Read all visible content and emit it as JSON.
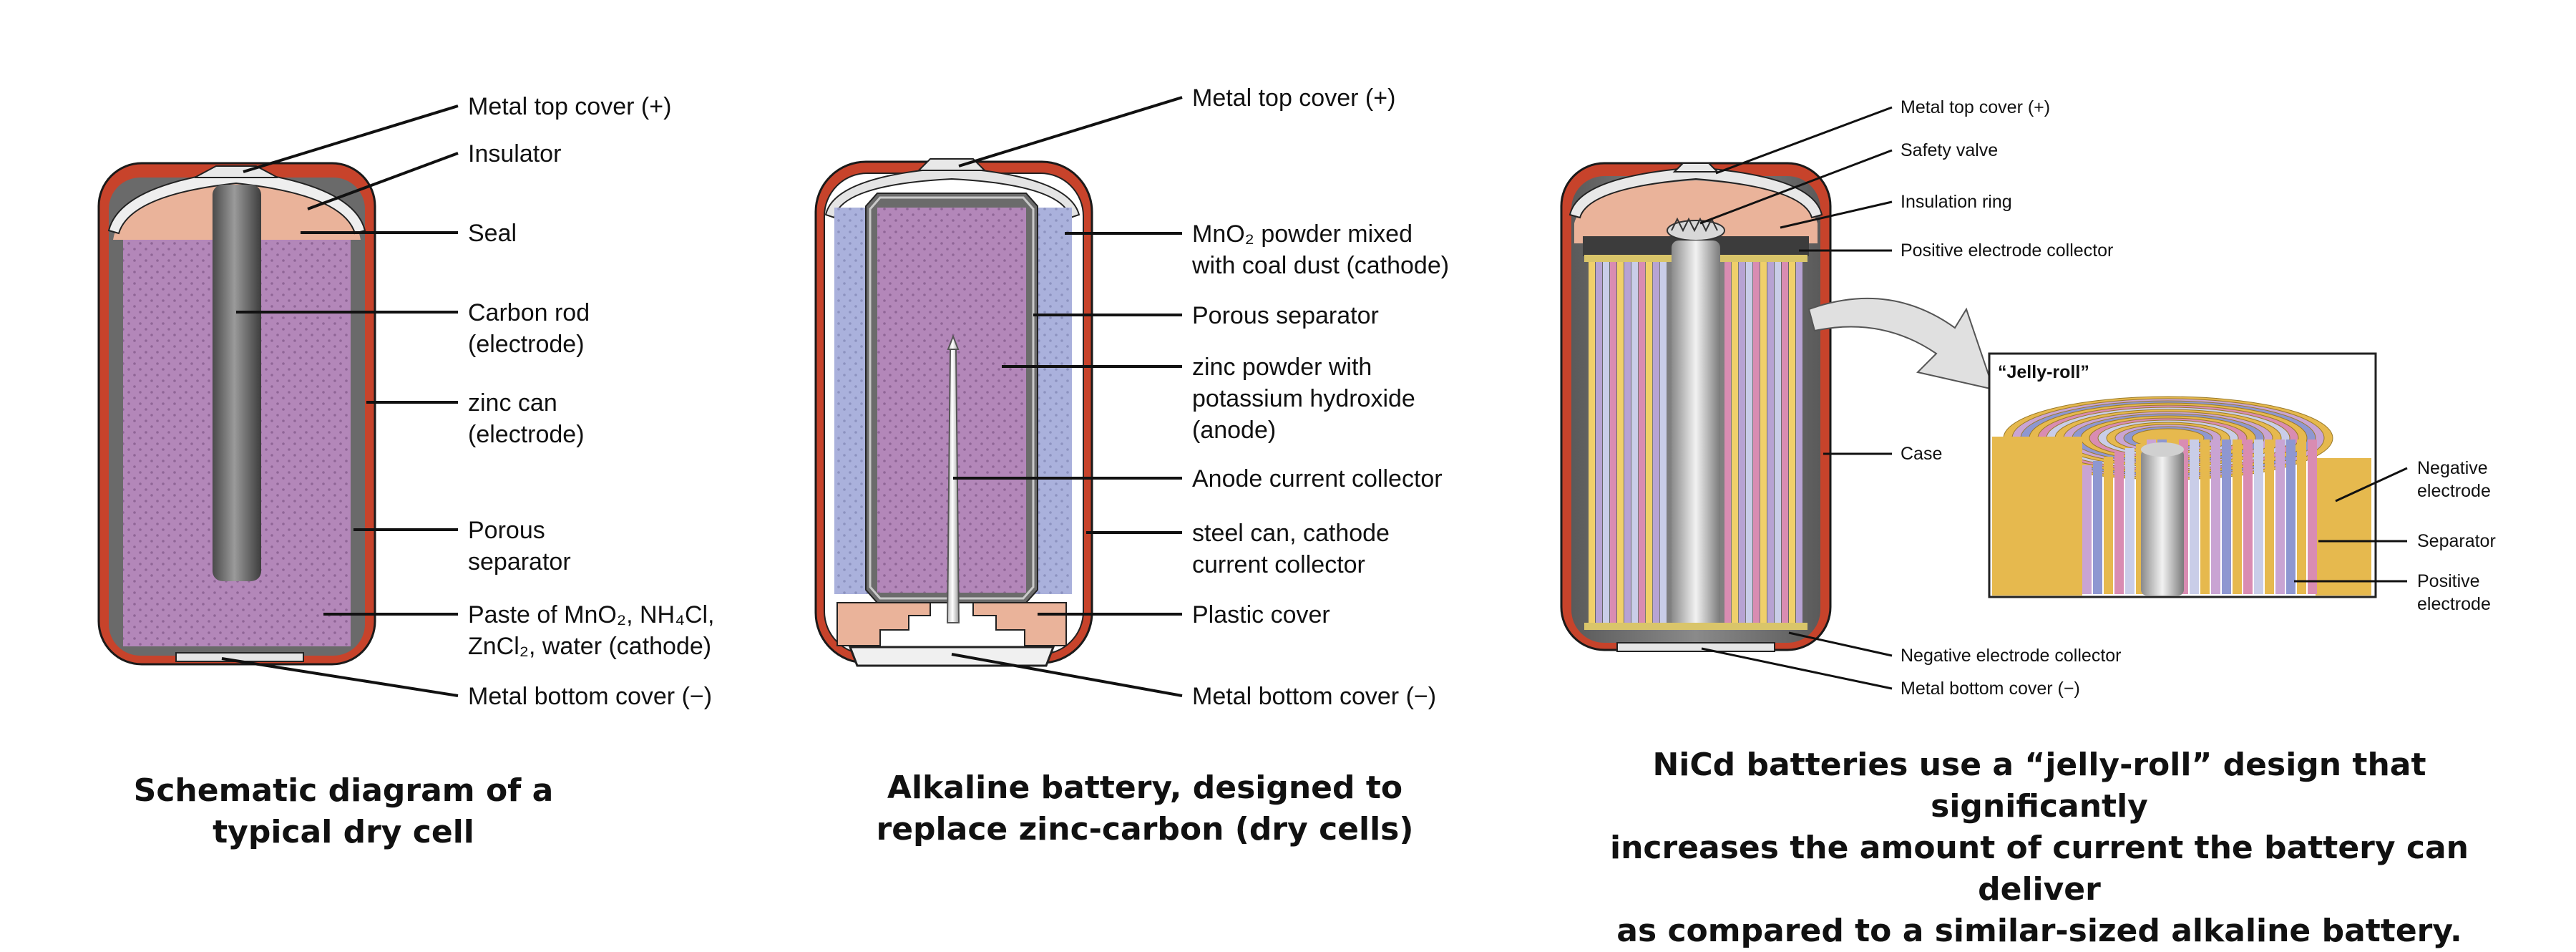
{
  "panels": [
    {
      "id": "dry-cell",
      "caption_lines": [
        "Schematic diagram of a",
        "typical dry cell"
      ],
      "labels": [
        {
          "lines": [
            "Metal top cover (+)"
          ]
        },
        {
          "lines": [
            "Insulator"
          ]
        },
        {
          "lines": [
            "Seal"
          ]
        },
        {
          "lines": [
            "Carbon rod",
            "(electrode)"
          ]
        },
        {
          "lines": [
            "zinc can",
            "(electrode)"
          ]
        },
        {
          "lines": [
            "Porous",
            "separator"
          ]
        },
        {
          "lines": [
            "Paste of MnO₂, NH₄Cl,",
            "ZnCl₂, water (cathode)"
          ]
        },
        {
          "lines": [
            "Metal bottom cover (−)"
          ]
        }
      ]
    },
    {
      "id": "alkaline",
      "caption_lines": [
        "Alkaline battery, designed to",
        "replace zinc-carbon (dry cells)"
      ],
      "labels": [
        {
          "lines": [
            "Metal top cover (+)"
          ]
        },
        {
          "lines": [
            "MnO₂ powder mixed",
            "with coal dust (cathode)"
          ]
        },
        {
          "lines": [
            "Porous separator"
          ]
        },
        {
          "lines": [
            "zinc powder with",
            "potassium hydroxide",
            "(anode)"
          ]
        },
        {
          "lines": [
            "Anode current collector"
          ]
        },
        {
          "lines": [
            "steel can, cathode",
            "current collector"
          ]
        },
        {
          "lines": [
            "Plastic cover"
          ]
        },
        {
          "lines": [
            "Metal bottom cover (−)"
          ]
        }
      ]
    },
    {
      "id": "nicd",
      "caption_lines": [
        "NiCd batteries use a “jelly-roll” design that significantly",
        "increases the amount of current the battery can deliver",
        "as compared to a similar-sized alkaline battery."
      ],
      "labels": [
        {
          "lines": [
            "Metal top cover (+)"
          ]
        },
        {
          "lines": [
            "Safety valve"
          ]
        },
        {
          "lines": [
            "Insulation ring"
          ]
        },
        {
          "lines": [
            "Positive electrode collector"
          ]
        },
        {
          "lines": [
            "Case"
          ]
        },
        {
          "lines": [
            "Negative electrode collector"
          ]
        },
        {
          "lines": [
            "Metal bottom cover (−)"
          ]
        }
      ],
      "inset_title": "“Jelly-roll”",
      "inset_labels": [
        {
          "lines": [
            "Negative",
            "electrode"
          ]
        },
        {
          "lines": [
            "Separator"
          ]
        },
        {
          "lines": [
            "Positive",
            "electrode"
          ]
        }
      ]
    }
  ],
  "colors": {
    "casing": "#c7432b",
    "paste": "#b387b9",
    "seal": "#eab39a",
    "rod": "#6e6e6e",
    "cathode_powder": "#aab1dc",
    "jelly_yellow": "#e6b94e"
  }
}
